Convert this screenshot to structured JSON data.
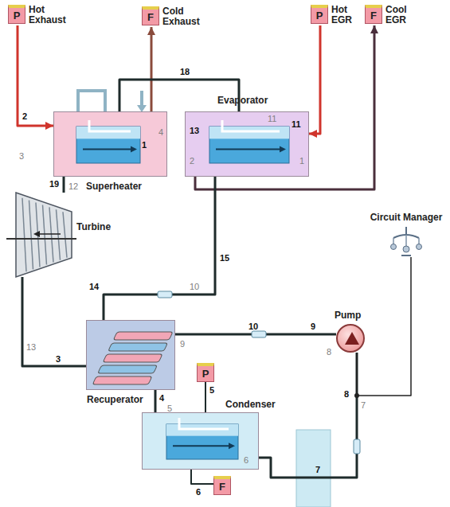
{
  "diagram": {
    "nodes": [
      {
        "text": [
          "P",
          "Hot Exhaust"
        ]
      },
      {
        "text": [
          "F",
          "Cold Exhaust"
        ]
      },
      {
        "text": [
          "P",
          "Hot EGR"
        ]
      },
      {
        "text": [
          "F",
          "Cool EGR"
        ]
      },
      {
        "text": [
          "Superheater"
        ]
      },
      {
        "text": [
          "Evaporator"
        ]
      },
      {
        "text": [
          "Circuit Manager"
        ]
      },
      {
        "text": [
          "Turbine"
        ]
      },
      {
        "text": [
          "Pump"
        ]
      },
      {
        "text": [
          "Recuperator"
        ]
      },
      {
        "text": [
          "P"
        ]
      },
      {
        "text": [
          "Condenser"
        ]
      },
      {
        "text": [
          "F"
        ]
      }
    ],
    "edges": [
      {
        "from": 0,
        "to": 4,
        "arrow": "to"
      },
      {
        "from": 4,
        "to": 1,
        "arrow": "to"
      },
      {
        "from": 2,
        "to": 5,
        "arrow": "to"
      },
      {
        "from": 5,
        "to": 3,
        "arrow": "to"
      },
      {
        "from": 5,
        "to": 4,
        "arrow": "none"
      },
      {
        "from": 4,
        "to": 7,
        "arrow": "none"
      },
      {
        "from": 7,
        "to": 9,
        "arrow": "none"
      },
      {
        "from": 9,
        "to": 11,
        "arrow": "none"
      },
      {
        "from": 11,
        "to": 8,
        "arrow": "none"
      },
      {
        "from": 8,
        "to": 9,
        "arrow": "none"
      },
      {
        "from": 9,
        "to": 5,
        "arrow": "none"
      },
      {
        "from": 10,
        "to": 11,
        "arrow": "none"
      },
      {
        "from": 11,
        "to": 12,
        "arrow": "none"
      },
      {
        "from": 6,
        "to": 8,
        "arrow": "none"
      }
    ],
    "labels": [
      "2",
      "3",
      "1",
      "4",
      "18",
      "19",
      "12",
      "11",
      "13",
      "2",
      "11",
      "1",
      "15",
      "10",
      "14",
      "10",
      "9",
      "9",
      "8",
      "13",
      "3",
      "4",
      "5",
      "5",
      "6",
      "6",
      "7",
      "8",
      "7"
    ]
  }
}
